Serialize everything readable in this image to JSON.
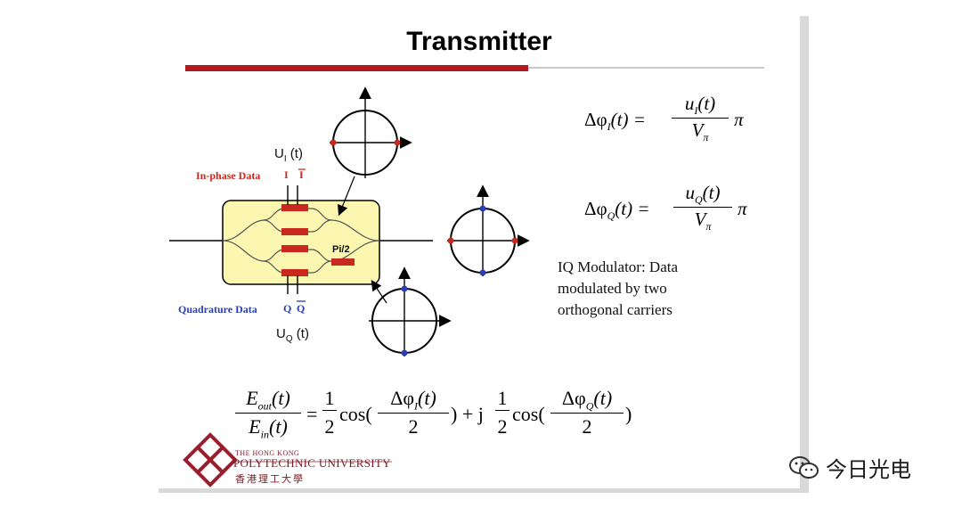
{
  "slide": {
    "title": "Transmitter",
    "description": [
      "IQ Modulator: Data",
      "modulated by two",
      "orthogonal carriers"
    ],
    "labels": {
      "ui": "U",
      "ui_sub": "I",
      "ui_suffix": " (t)",
      "inphase_data": "In-phase Data",
      "i": "I",
      "i_bar": "I",
      "quad_data": "Quadrature Data",
      "q": "Q",
      "q_bar": "Q",
      "uq": "U",
      "uq_sub": "Q",
      "uq_suffix": " (t)",
      "pi2": "Pi/2"
    },
    "equations": {
      "eq1_left": "Δφ",
      "eq1_sub": "I",
      "eq1_t": "(t) =",
      "eq1_num": "u",
      "eq1_num_sub": "I",
      "eq1_num_t": "(t)",
      "eq1_den": "V",
      "eq1_den_sub": "π",
      "eq1_pi": "π",
      "eq2_left": "Δφ",
      "eq2_sub": "Q",
      "eq2_t": "(t) =",
      "eq2_num": "u",
      "eq2_num_sub": "Q",
      "eq2_num_t": "(t)",
      "eq2_den": "V",
      "eq2_den_sub": "π",
      "eq2_pi": "π",
      "main_num": "E",
      "main_num_sub": "out",
      "main_num_t": "(t)",
      "main_den": "E",
      "main_den_sub": "in",
      "main_den_t": "(t)",
      "eq_sign": "=",
      "half_num": "1",
      "half_den": "2",
      "cos": "cos(",
      "frac1_num": "Δφ",
      "frac1_num_sub": "I",
      "frac1_num_t": "(t)",
      "frac_den": "2",
      "close_plus": ") + j",
      "cos2": "cos(",
      "frac2_num": "Δφ",
      "frac2_num_sub": "Q",
      "frac2_num_t": "(t)",
      "close": ")"
    },
    "university": {
      "line1": "THE HONG KONG",
      "line2": "POLYTECHNIC UNIVERSITY",
      "line3": "香港理工大學"
    },
    "colors": {
      "accent_red": "#b01b21",
      "modulator_fill": "#fbf6b0",
      "electrode": "#c8281e",
      "point_red": "#c8281e",
      "point_blue": "#2b3fb5",
      "inphase_text": "#c8281e",
      "quad_text": "#2a3fb0"
    }
  },
  "watermark": {
    "icon": "wechat-icon",
    "text": "今日光电"
  }
}
